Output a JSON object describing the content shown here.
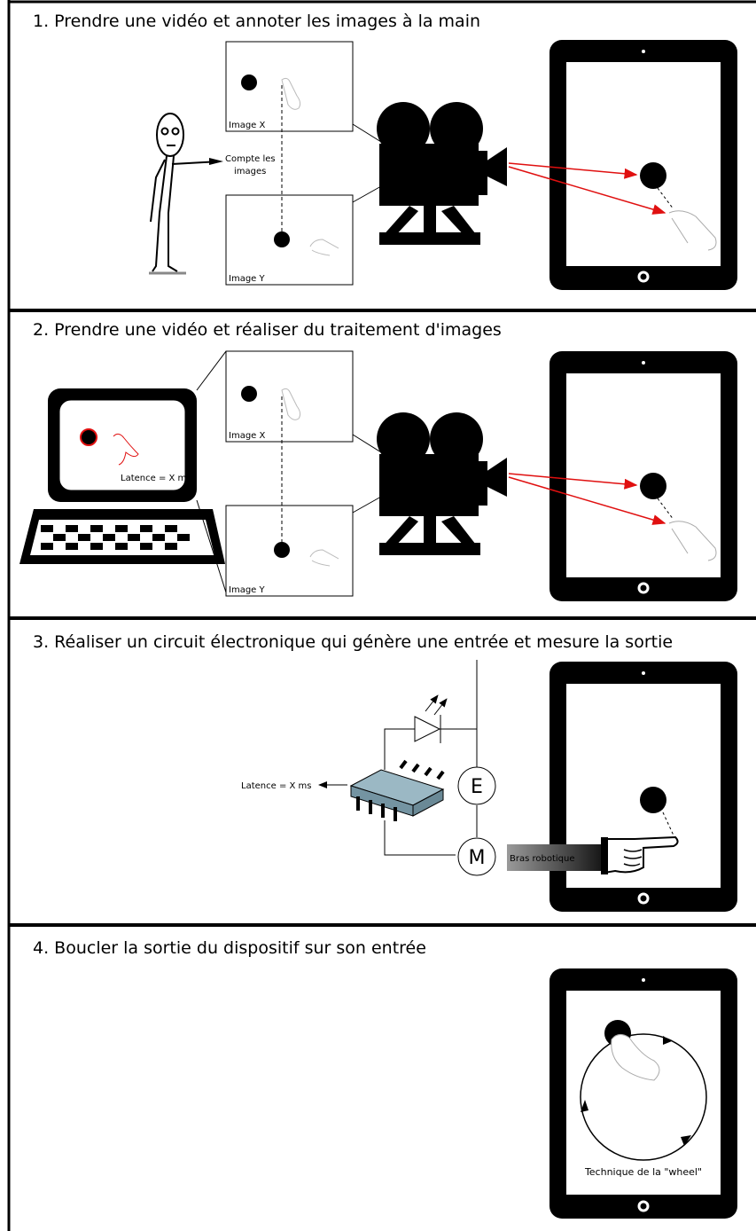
{
  "panels": [
    {
      "title": "1. Prendre une vidéo et annoter les images à la main",
      "frame_top_label": "Image X",
      "frame_bottom_label": "Image Y",
      "person_label": "Compte les images"
    },
    {
      "title": "2. Prendre une vidéo et réaliser du traitement d'images",
      "frame_top_label": "Image X",
      "frame_bottom_label": "Image Y",
      "screen_label": "Latence = X ms"
    },
    {
      "title": "3. Réaliser un circuit électronique qui génère une entrée et mesure la sortie",
      "latency_label": "Latence = X ms",
      "component_e": "E",
      "component_m": "M",
      "arm_label": "Bras robotique"
    },
    {
      "title": "4. Boucler la sortie du dispositif sur son entrée",
      "technique_label": "Technique de la \"wheel\""
    }
  ],
  "colors": {
    "arrow": "#e01010",
    "chip": "#8aa8b5",
    "arm": "#8a8a8a"
  }
}
